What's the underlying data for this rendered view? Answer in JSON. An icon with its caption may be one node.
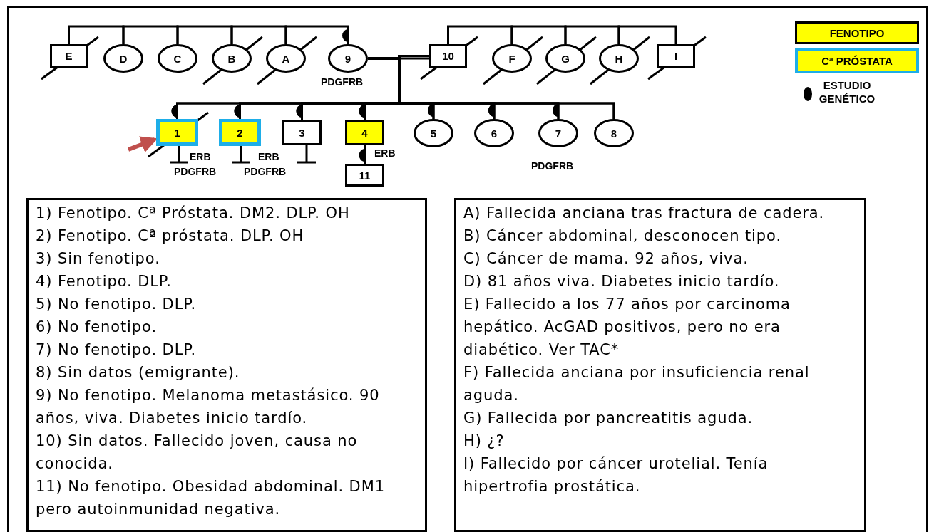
{
  "diagram": {
    "nodes": [
      {
        "text": [
          "E"
        ]
      },
      {
        "text": [
          "D"
        ]
      },
      {
        "text": [
          "C"
        ]
      },
      {
        "text": [
          "B"
        ]
      },
      {
        "text": [
          "A"
        ]
      },
      {
        "text": [
          "9"
        ],
        "beside": [
          "PDGFRB"
        ]
      },
      {
        "text": [
          "10"
        ]
      },
      {
        "text": [
          "F"
        ]
      },
      {
        "text": [
          "G"
        ]
      },
      {
        "text": [
          "H"
        ]
      },
      {
        "text": [
          "I"
        ]
      },
      {
        "text": [
          "1"
        ],
        "beside": [
          "ERB",
          "PDGFRB"
        ]
      },
      {
        "text": [
          "2"
        ],
        "beside": [
          "ERB",
          "PDGFRB"
        ]
      },
      {
        "text": [
          "3"
        ]
      },
      {
        "text": [
          "4"
        ]
      },
      {
        "text": [
          "5"
        ]
      },
      {
        "text": [
          "6"
        ]
      },
      {
        "text": [
          "7"
        ],
        "beside": [
          "PDGFRB"
        ]
      },
      {
        "text": [
          "8"
        ]
      },
      {
        "text": [
          "11"
        ],
        "beside": [
          "ERB"
        ]
      },
      {
        "text": [
          "1) Fenotipo. Cª Próstata. DM2. DLP. OH",
          "2) Fenotipo. Cª próstata. DLP. OH",
          "3) Sin fenotipo.",
          "4) Fenotipo. DLP.",
          "5) No fenotipo. DLP.",
          "6) No fenotipo.",
          "7) No fenotipo. DLP.",
          "8) Sin datos (emigrante).",
          "9) No fenotipo. Melanoma metastásico. 90 años, viva. Diabetes inicio tardío.",
          "10) Sin datos. Fallecido joven, causa no conocida.",
          "11) No fenotipo. Obesidad abdominal. DM1 pero autoinmunidad negativa."
        ]
      },
      {
        "text": [
          "A) Fallecida anciana tras fractura de cadera.",
          "B) Cáncer abdominal, desconocen tipo.",
          "C) Cáncer de mama. 92 años, viva.",
          "D) 81 años viva. Diabetes inicio tardío.",
          "E) Fallecido a los 77 años por carcinoma hepático. AcGAD positivos, pero no era diabético. Ver TAC*",
          "F) Fallecida anciana por insuficiencia renal aguda.",
          "G) Fallecida por pancreatitis aguda.",
          "H) ¿?",
          "I) Fallecido por cáncer urotelial. Tenía hipertrofia prostática."
        ]
      }
    ],
    "edges": [
      {
        "from": 0,
        "to": 1,
        "arrow": "none"
      },
      {
        "from": 1,
        "to": 2,
        "arrow": "none"
      },
      {
        "from": 2,
        "to": 3,
        "arrow": "none"
      },
      {
        "from": 3,
        "to": 4,
        "arrow": "none"
      },
      {
        "from": 4,
        "to": 5,
        "arrow": "other"
      },
      {
        "from": 5,
        "to": 6,
        "arrow": "none"
      },
      {
        "from": 6,
        "to": 7,
        "arrow": "none"
      },
      {
        "from": 7,
        "to": 8,
        "arrow": "none"
      },
      {
        "from": 8,
        "to": 9,
        "arrow": "none"
      },
      {
        "from": 9,
        "to": 10,
        "arrow": "none"
      },
      {
        "from": 5,
        "to": 11,
        "arrow": "other"
      },
      {
        "from": 5,
        "to": 12,
        "arrow": "other"
      },
      {
        "from": 5,
        "to": 13,
        "arrow": "other"
      },
      {
        "from": 5,
        "to": 14,
        "arrow": "other"
      },
      {
        "from": 5,
        "to": 15,
        "arrow": "other"
      },
      {
        "from": 5,
        "to": 16,
        "arrow": "other"
      },
      {
        "from": 5,
        "to": 17,
        "arrow": "other"
      },
      {
        "from": 5,
        "to": 18,
        "arrow": "none"
      },
      {
        "from": 6,
        "to": 11,
        "arrow": "other"
      },
      {
        "from": 6,
        "to": 12,
        "arrow": "other"
      },
      {
        "from": 6,
        "to": 13,
        "arrow": "other"
      },
      {
        "from": 6,
        "to": 14,
        "arrow": "other"
      },
      {
        "from": 6,
        "to": 15,
        "arrow": "other"
      },
      {
        "from": 6,
        "to": 16,
        "arrow": "other"
      },
      {
        "from": 6,
        "to": 17,
        "arrow": "other"
      },
      {
        "from": 6,
        "to": 18,
        "arrow": "none"
      },
      {
        "from": 14,
        "to": 19,
        "arrow": "other"
      },
      {
        "from": 11,
        "to": null,
        "arrow": "other"
      },
      {
        "from": 12,
        "to": null,
        "arrow": "other"
      },
      {
        "from": 13,
        "to": null,
        "arrow": "other"
      },
      {
        "from": null,
        "to": 11,
        "arrow": "to",
        "color": "#c0504d",
        "style": "thick"
      }
    ],
    "legend": [
      {
        "text": "FENOTIPO",
        "color": "#ffff00"
      },
      {
        "text": "Cª PRÓSTATA"
      },
      {
        "text": "ESTUDIO GENÉTICO"
      }
    ]
  }
}
